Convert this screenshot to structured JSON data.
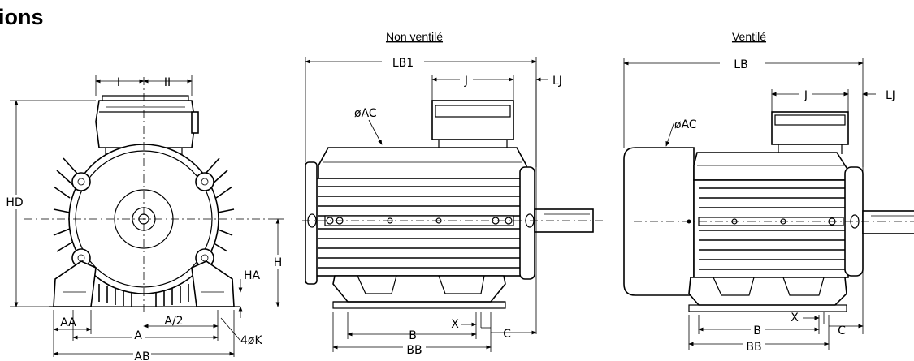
{
  "title": "ions",
  "views": {
    "non_ventile": "Non ventilé",
    "ventile": "Ventilé"
  },
  "front": {
    "I": "I",
    "II": "II",
    "HD": "HD",
    "H": "H",
    "HA": "HA",
    "AA": "AA",
    "A": "A",
    "A2": "A/2",
    "K": "4øK",
    "AB": "AB"
  },
  "side1": {
    "LB1": "LB1",
    "LJ": "LJ",
    "J": "J",
    "AC": "øAC",
    "B": "B",
    "BB": "BB",
    "X": "X",
    "C": "C"
  },
  "side2": {
    "LB": "LB",
    "LJ": "LJ",
    "J": "J",
    "AC": "øAC",
    "B": "B",
    "BB": "BB",
    "X": "X",
    "C": "C"
  }
}
